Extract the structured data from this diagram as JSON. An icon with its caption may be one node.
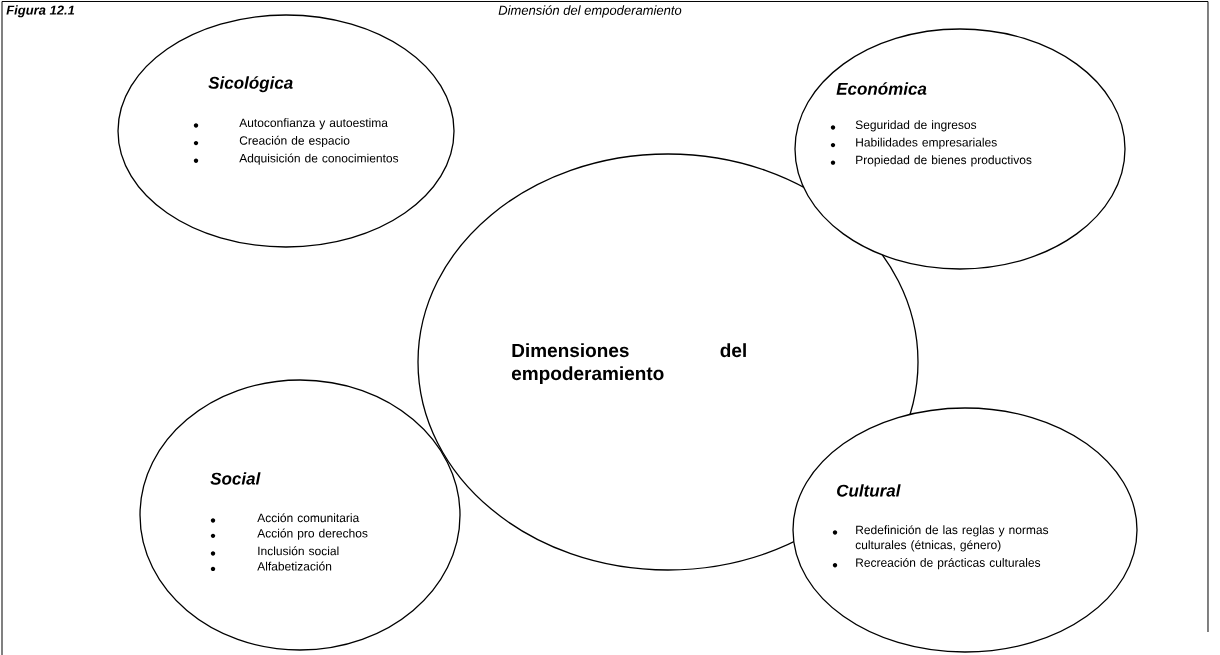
{
  "diagram": {
    "title": "Dimensión del empoderamiento",
    "nodes": [
      {
        "text": [
          "Sicológica",
          "Autoconfianza y autoestima",
          "Creación de espacio",
          "Adquisición de conocimientos"
        ]
      },
      {
        "text": [
          "Económica",
          "Seguridad de ingresos",
          "Habilidades empresariales",
          "Propiedad de bienes productivos"
        ]
      },
      {
        "text": [
          "Dimensiones del empoderamiento"
        ]
      },
      {
        "text": [
          "Social",
          "Acción comunitaria",
          "Acción pro derechos",
          "Inclusión social",
          "Alfabetización"
        ]
      },
      {
        "text": [
          "Cultural",
          "Redefinición de las reglas y normas culturales (étnicas, género)",
          "Recreación de prácticas culturales"
        ]
      }
    ],
    "labels": [
      "Figura 12.1"
    ]
  }
}
